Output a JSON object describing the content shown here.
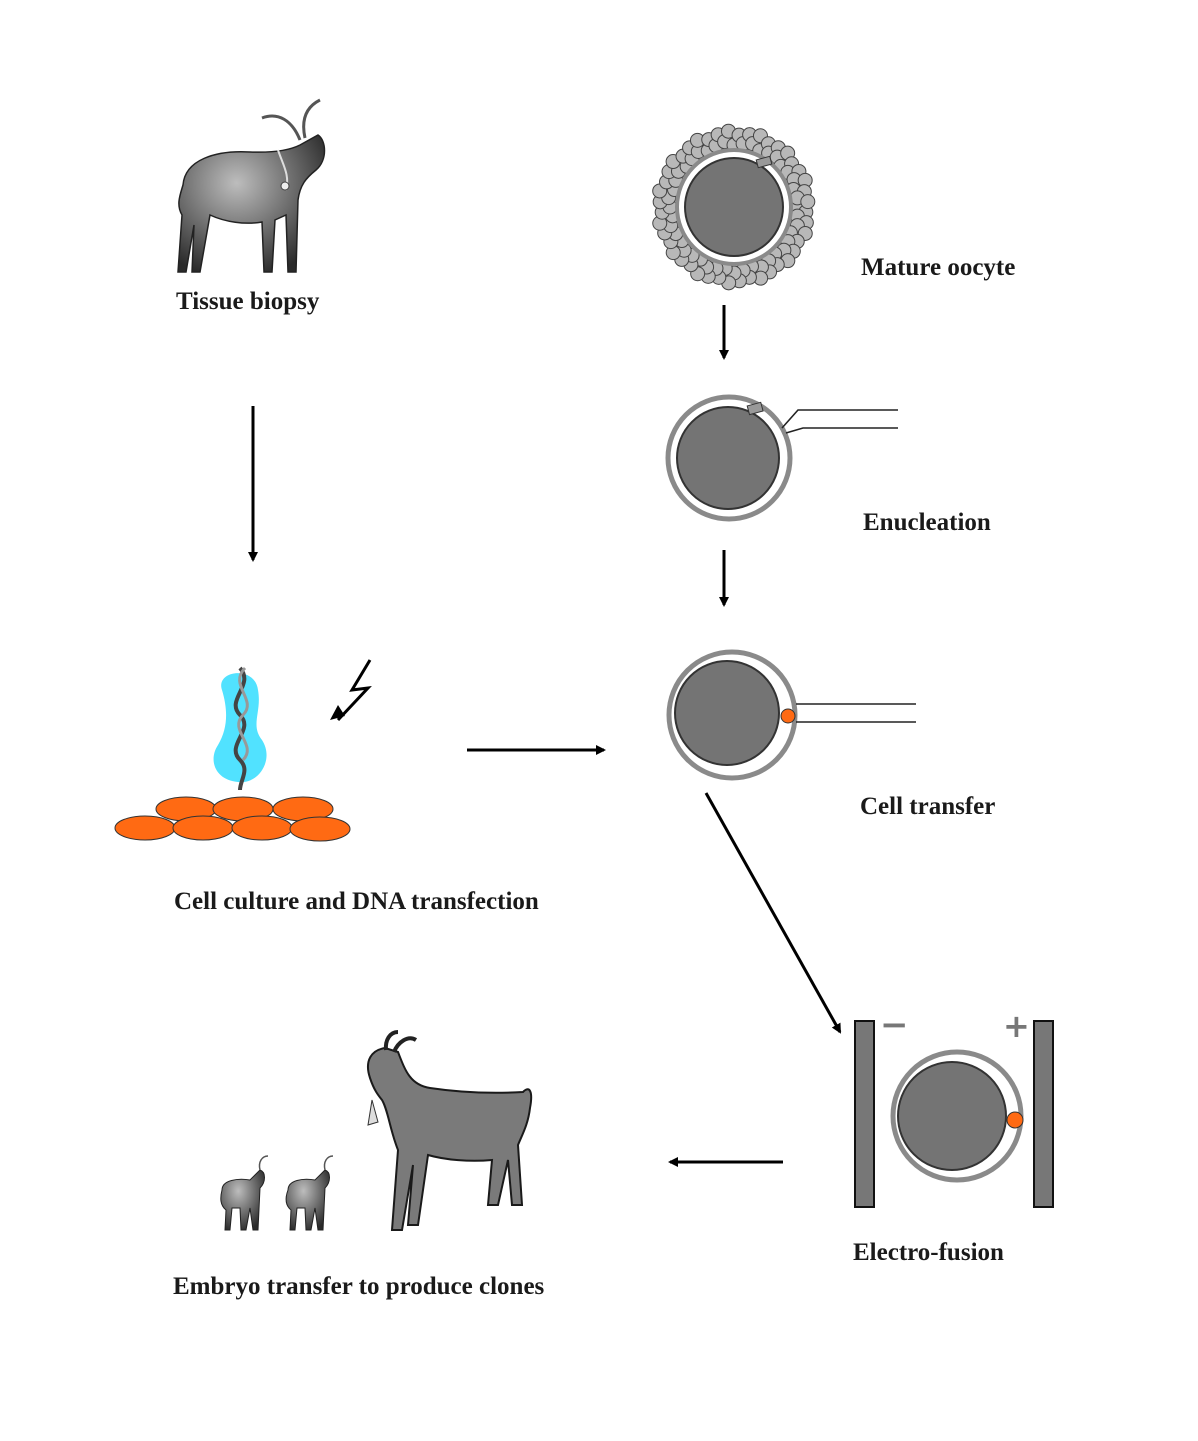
{
  "labels": {
    "tissue_biopsy": "Tissue biopsy",
    "mature_oocyte": "Mature oocyte",
    "enucleation": "Enucleation",
    "cell_culture": "Cell culture and DNA transfection",
    "cell_transfer": "Cell transfer",
    "electro_fusion": "Electro-fusion",
    "embryo_transfer": "Embryo transfer to produce clones"
  },
  "electrodes": {
    "negative_symbol": "−",
    "positive_symbol": "+"
  },
  "colors": {
    "cell_gray": "#747474",
    "zona_gray": "#8a8a8a",
    "donor_cell_orange": "#ff6a13",
    "dna_halo": "#33ddff",
    "goat_gray": "#7a7a7a"
  }
}
